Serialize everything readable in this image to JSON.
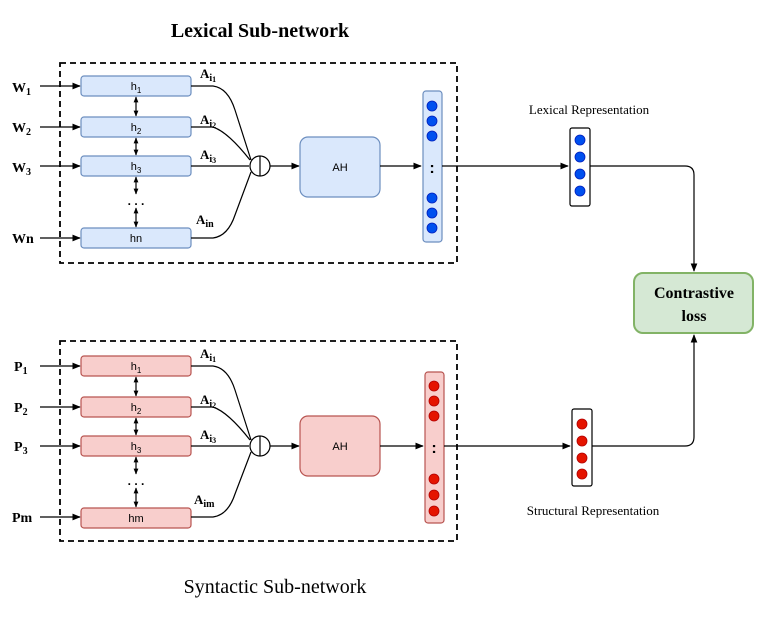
{
  "lexical": {
    "title": "Lexical Sub-network",
    "inputs": [
      {
        "base": "W",
        "sub": "1"
      },
      {
        "base": "W",
        "sub": "2"
      },
      {
        "base": "W",
        "sub": "3"
      },
      {
        "base": "Wn",
        "sub": ""
      }
    ],
    "hidden": [
      {
        "base": "h",
        "sub": "1"
      },
      {
        "base": "h",
        "sub": "2"
      },
      {
        "base": "h",
        "sub": "3"
      },
      {
        "base": "hn",
        "sub": ""
      }
    ],
    "attn": [
      {
        "base": "A",
        "sub": "i",
        "sub2": "1"
      },
      {
        "base": "A",
        "sub": "i",
        "sub2": "2"
      },
      {
        "base": "A",
        "sub": "i",
        "sub2": "3"
      },
      {
        "base": "A",
        "sub": "in",
        "sub2": ""
      }
    ],
    "ellipsis": ". . .",
    "ah_label": "AH",
    "vector_ellipsis": ":",
    "representation_label": "Lexical Representation"
  },
  "syntactic": {
    "title": "Syntactic Sub-network",
    "inputs": [
      {
        "base": "P",
        "sub": "1"
      },
      {
        "base": "P",
        "sub": "2"
      },
      {
        "base": "P",
        "sub": "3"
      },
      {
        "base": "Pm",
        "sub": ""
      }
    ],
    "hidden": [
      {
        "base": "h",
        "sub": "1"
      },
      {
        "base": "h",
        "sub": "2"
      },
      {
        "base": "h",
        "sub": "3"
      },
      {
        "base": "hm",
        "sub": ""
      }
    ],
    "attn": [
      {
        "base": "A",
        "sub": "i",
        "sub2": "1"
      },
      {
        "base": "A",
        "sub": "i",
        "sub2": "2"
      },
      {
        "base": "A",
        "sub": "i",
        "sub2": "3"
      },
      {
        "base": "A",
        "sub": "im",
        "sub2": ""
      }
    ],
    "ellipsis": ". . .",
    "ah_label": "AH",
    "vector_ellipsis": ":",
    "representation_label": "Structural Representation"
  },
  "loss": {
    "line1": "Contrastive",
    "line2": "loss"
  },
  "colors": {
    "lexical_fill": "#dae8fc",
    "lexical_stroke": "#6c8ebf",
    "lexical_dot": "#0050ef",
    "syntactic_fill": "#f8cecc",
    "syntactic_stroke": "#b85450",
    "syntactic_dot": "#e51400",
    "loss_fill": "#d5e8d4",
    "loss_stroke": "#82b366",
    "line": "#000000"
  }
}
